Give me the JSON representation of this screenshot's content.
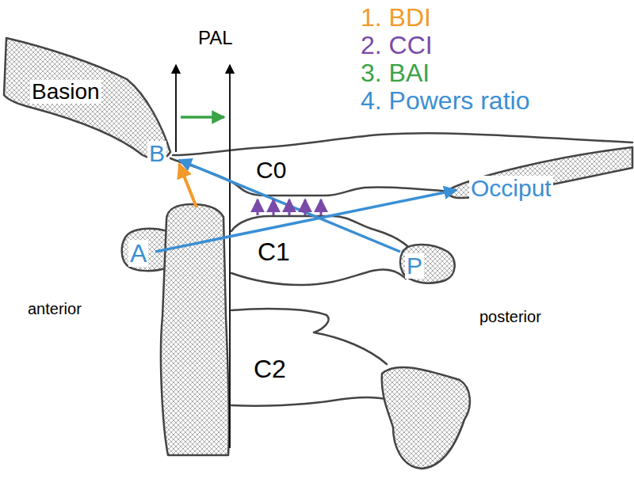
{
  "diagram": {
    "labels": [
      "PAL",
      "1. BDI",
      "2. CCI",
      "3. BAI",
      "4. Powers ratio",
      "Basion",
      "B",
      "C0",
      "Occiput",
      "A",
      "C1",
      "P",
      "anterior",
      "posterior",
      "C2"
    ]
  }
}
